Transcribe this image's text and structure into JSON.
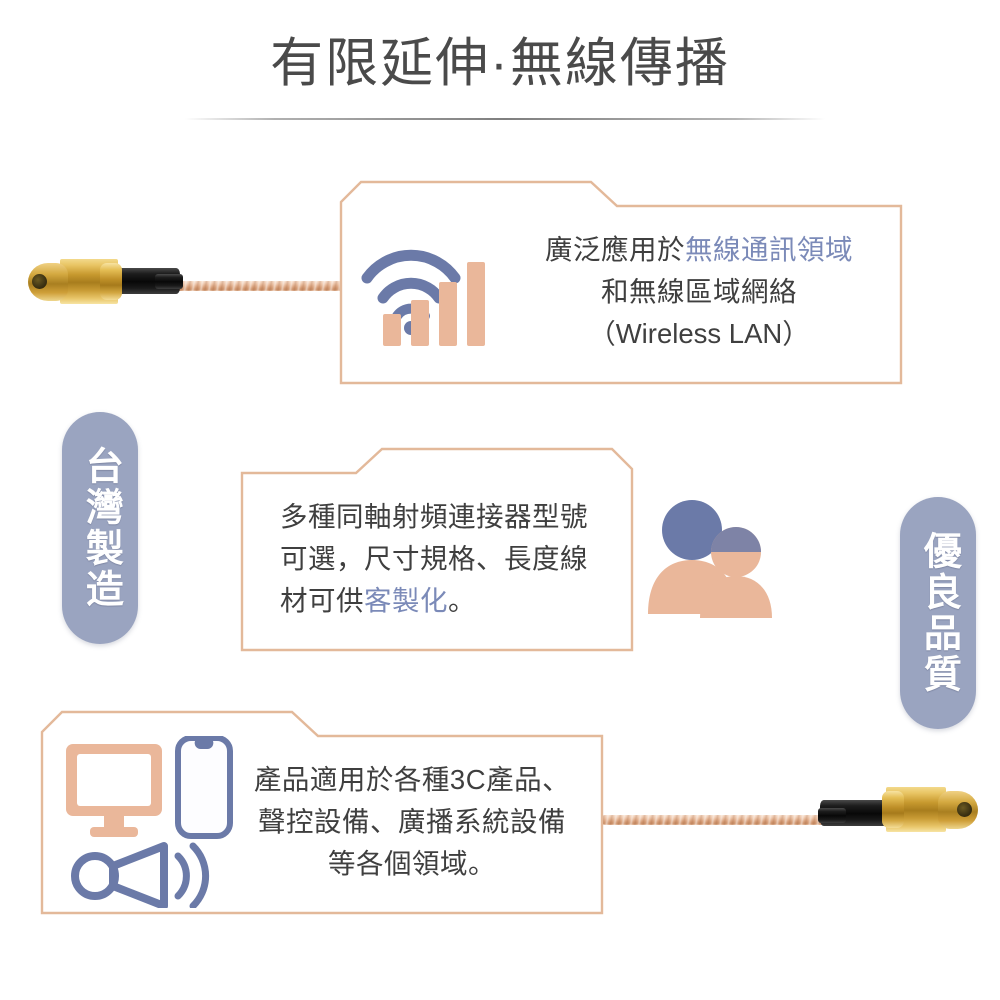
{
  "page": {
    "title": "有限延伸·無線傳播",
    "background_color": "#ffffff"
  },
  "colors": {
    "title_text": "#4a4a4a",
    "body_text": "#3f3f3f",
    "highlight_blue": "#7b8ab8",
    "icon_blue": "#6b7aa8",
    "icon_peach": "#eab79a",
    "panel_border": "#e3b99a",
    "badge_fill": "#9aa4c0",
    "badge_text": "#ffffff",
    "cable_copper": "#edc3a6",
    "connector_gold": "#d3a83f"
  },
  "badges": [
    {
      "id": "made-in-taiwan",
      "text": "台灣製造",
      "position": "left"
    },
    {
      "id": "quality",
      "text": "優良品質",
      "position": "right"
    }
  ],
  "panels": [
    {
      "id": "wireless",
      "tab_side": "left",
      "icons": [
        "wifi-signal-icon"
      ],
      "lines": [
        {
          "segments": [
            {
              "text": "廣泛應用於",
              "highlight": false
            },
            {
              "text": "無線通訊領域",
              "highlight": true
            }
          ]
        },
        {
          "segments": [
            {
              "text": "和無線區域網絡",
              "highlight": false
            }
          ]
        },
        {
          "segments": [
            {
              "text": "（Wireless LAN）",
              "highlight": false,
              "latin": true
            }
          ]
        }
      ]
    },
    {
      "id": "customization",
      "tab_side": "right",
      "icons": [
        "people-icon"
      ],
      "lines": [
        {
          "segments": [
            {
              "text": "多種同軸射頻連接器型號",
              "highlight": false
            }
          ]
        },
        {
          "segments": [
            {
              "text": "可選，尺寸規格、長度線",
              "highlight": false
            }
          ]
        },
        {
          "segments": [
            {
              "text": "材可供",
              "highlight": false
            },
            {
              "text": "客製化",
              "highlight": true
            },
            {
              "text": "。",
              "highlight": false
            }
          ]
        }
      ]
    },
    {
      "id": "applications",
      "tab_side": "left",
      "icons": [
        "monitor-icon",
        "smartphone-icon",
        "megaphone-icon"
      ],
      "lines": [
        {
          "segments": [
            {
              "text": "產品適用於各種3C產品、",
              "highlight": false
            }
          ]
        },
        {
          "segments": [
            {
              "text": "聲控設備、廣播系統設備",
              "highlight": false
            }
          ]
        },
        {
          "segments": [
            {
              "text": "等各個領域。",
              "highlight": false
            }
          ]
        }
      ]
    }
  ],
  "cables": [
    {
      "id": "cable-top-left",
      "connector": "sma-male",
      "orientation": "connector-left"
    },
    {
      "id": "cable-bottom-right",
      "connector": "sma-male",
      "orientation": "connector-right"
    }
  ]
}
